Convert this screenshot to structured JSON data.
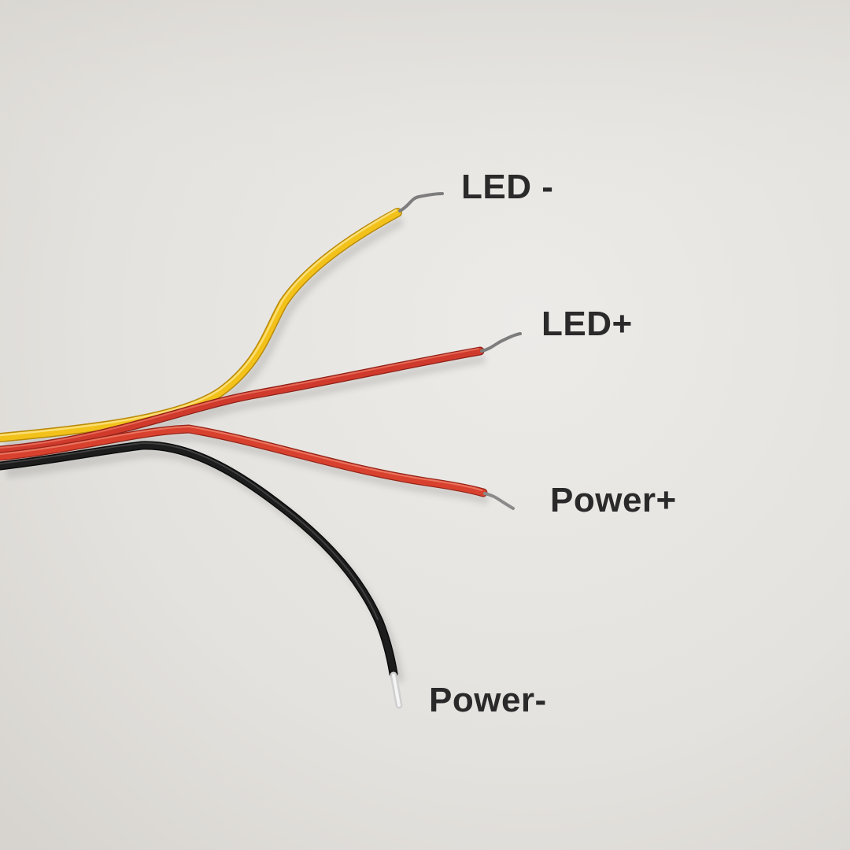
{
  "scene": {
    "background_color": "#e6e4e0",
    "wires": [
      {
        "name": "yellow",
        "color": "#f2c21b",
        "label": "LED -"
      },
      {
        "name": "red-upper",
        "color": "#cf3a2c",
        "label": "LED+"
      },
      {
        "name": "red-lower",
        "color": "#d8412e",
        "label": "Power+"
      },
      {
        "name": "black",
        "color": "#161616",
        "label": "Power-"
      }
    ]
  },
  "labels": {
    "led_minus": "LED -",
    "led_plus": "LED+",
    "power_plus": "Power+",
    "power_minus": "Power-"
  }
}
